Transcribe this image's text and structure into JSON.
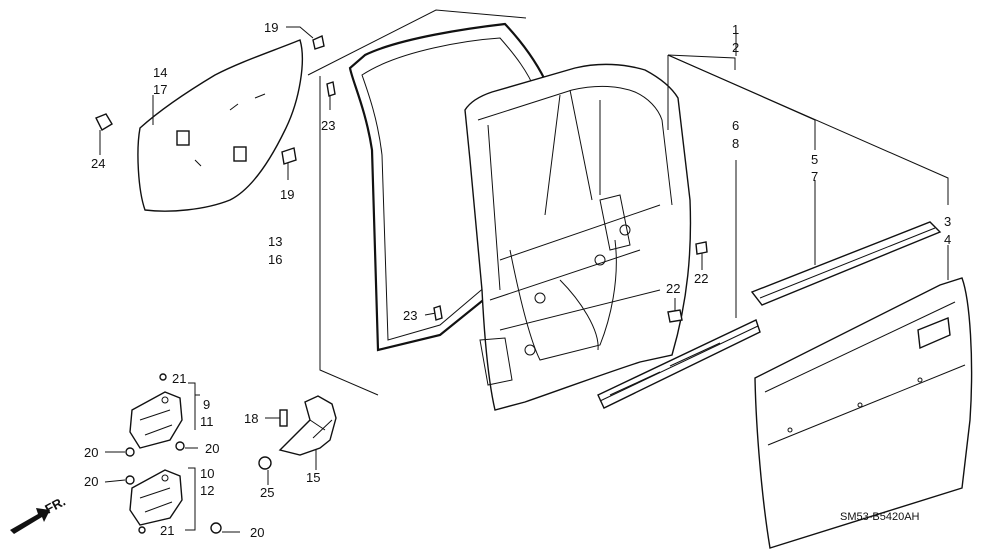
{
  "callouts": [
    {
      "id": "c1",
      "text": "1"
    },
    {
      "id": "c2",
      "text": "2"
    },
    {
      "id": "c3",
      "text": "3"
    },
    {
      "id": "c4",
      "text": "4"
    },
    {
      "id": "c5",
      "text": "5"
    },
    {
      "id": "c6",
      "text": "6"
    },
    {
      "id": "c7",
      "text": "7"
    },
    {
      "id": "c8",
      "text": "8"
    },
    {
      "id": "c9",
      "text": "9"
    },
    {
      "id": "c10",
      "text": "10"
    },
    {
      "id": "c11",
      "text": "11"
    },
    {
      "id": "c12",
      "text": "12"
    },
    {
      "id": "c13",
      "text": "13"
    },
    {
      "id": "c14",
      "text": "14"
    },
    {
      "id": "c15",
      "text": "15"
    },
    {
      "id": "c16",
      "text": "16"
    },
    {
      "id": "c17",
      "text": "17"
    },
    {
      "id": "c18",
      "text": "18"
    },
    {
      "id": "c19a",
      "text": "19"
    },
    {
      "id": "c19b",
      "text": "19"
    },
    {
      "id": "c20a",
      "text": "20"
    },
    {
      "id": "c20b",
      "text": "20"
    },
    {
      "id": "c20c",
      "text": "20"
    },
    {
      "id": "c20d",
      "text": "20"
    },
    {
      "id": "c21a",
      "text": "21"
    },
    {
      "id": "c21b",
      "text": "21"
    },
    {
      "id": "c22a",
      "text": "22"
    },
    {
      "id": "c22b",
      "text": "22"
    },
    {
      "id": "c23a",
      "text": "23"
    },
    {
      "id": "c23b",
      "text": "23"
    },
    {
      "id": "c24",
      "text": "24"
    },
    {
      "id": "c25",
      "text": "25"
    }
  ],
  "front_indicator": "FR.",
  "diagram_code": "SM53-B5420AH"
}
